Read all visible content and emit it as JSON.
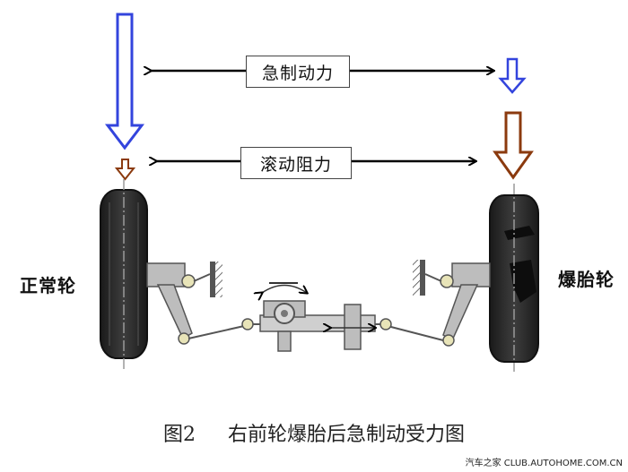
{
  "labels": {
    "braking_force": "急制动力",
    "rolling_resistance": "滚动阻力",
    "normal_wheel": "正常轮",
    "blown_wheel": "爆胎轮"
  },
  "caption": {
    "figure_no": "图2",
    "text": "右前轮爆胎后急制动受力图"
  },
  "watermark": "汽车之家  CLUB.AUTOHOME.COM.CN",
  "colors": {
    "braking_arrow": "#3344dd",
    "resistance_arrow": "#8b3a0e",
    "tire": "#2a2a2a",
    "linkage": "#b9b9b9"
  }
}
